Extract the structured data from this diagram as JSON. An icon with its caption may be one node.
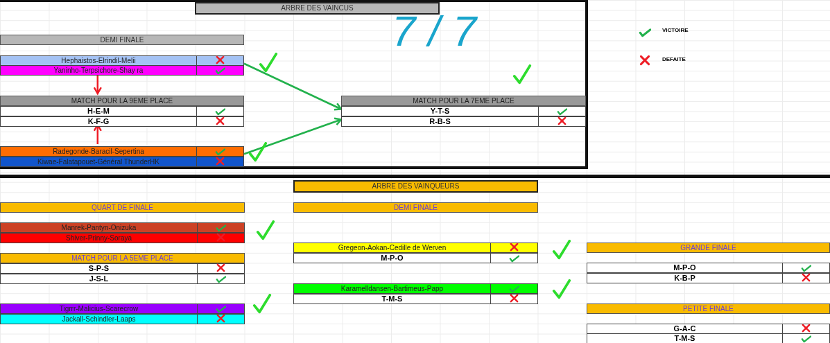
{
  "diagram": {
    "nodes": [
      {
        "text": [
          "ARBRE DES VAINCUS"
        ]
      },
      {
        "text": [
          "DEMI FINALE"
        ],
        "in": 0
      },
      {
        "text": [
          "Hephaistos-Elrindil-Melii"
        ],
        "in": 0
      },
      {
        "text": [
          "Yaninho-Terpsichore-Shay ra"
        ],
        "in": 0
      },
      {
        "text": [
          "MATCH POUR LA 9EME PLACE"
        ],
        "in": 0
      },
      {
        "text": [
          "H-E-M"
        ],
        "in": 0
      },
      {
        "text": [
          "K-F-G"
        ],
        "in": 0
      },
      {
        "text": [
          "Radegonde-Baracil-Sepertina"
        ],
        "in": 0
      },
      {
        "text": [
          "Kiwae-Falatapouet-Général ThunderHK"
        ],
        "in": 0
      },
      {
        "text": [
          "MATCH POUR LA 7EME PLACE"
        ],
        "in": 0
      },
      {
        "text": [
          "Y-T-S"
        ],
        "in": 0
      },
      {
        "text": [
          "R-B-S"
        ],
        "in": 0
      },
      {
        "text": [
          "ARBRE DES VAINQUEURS"
        ]
      },
      {
        "text": [
          "QUART DE FINALE"
        ]
      },
      {
        "text": [
          "Manrek-Pantyn-Onizuka"
        ]
      },
      {
        "text": [
          "Shiver-Prinny-Soraya"
        ]
      },
      {
        "text": [
          "MATCH POUR LA 5EME PLACE"
        ]
      },
      {
        "text": [
          "S-P-S"
        ]
      },
      {
        "text": [
          "J-S-L"
        ]
      },
      {
        "text": [
          "Tigrrr-Malicius-Scarecrow"
        ]
      },
      {
        "text": [
          "Jackall-Schindler-Laaps"
        ]
      },
      {
        "text": [
          "DEMI FINALE"
        ]
      },
      {
        "text": [
          "Gregeon-Aokan-Cedille de Werven"
        ]
      },
      {
        "text": [
          "M-P-O"
        ]
      },
      {
        "text": [
          "Karamelldansen-Bartimeus-Papp"
        ]
      },
      {
        "text": [
          "T-M-S"
        ]
      },
      {
        "text": [
          "GRANDE FINALE"
        ]
      },
      {
        "text": [
          "M-P-O"
        ]
      },
      {
        "text": [
          "K-B-P"
        ]
      },
      {
        "text": [
          "PETITE FINALE"
        ]
      },
      {
        "text": [
          "G-A-C"
        ]
      },
      {
        "text": [
          "T-M-S"
        ]
      }
    ],
    "edges": [
      {
        "from": 3,
        "to": 4,
        "arrow": "to",
        "color": "#ee1c25"
      },
      {
        "from": 7,
        "to": 6,
        "arrow": "to",
        "color": "#ee1c25"
      },
      {
        "from": 3,
        "to": 10,
        "arrow": "to",
        "color": "#22b14c"
      },
      {
        "from": 7,
        "to": 11,
        "arrow": "to",
        "color": "#22b14c"
      }
    ],
    "labels": [
      "7/7"
    ],
    "legend": [
      {
        "text": "VICTOIRE"
      },
      {
        "text": "DEFAITE"
      }
    ]
  }
}
